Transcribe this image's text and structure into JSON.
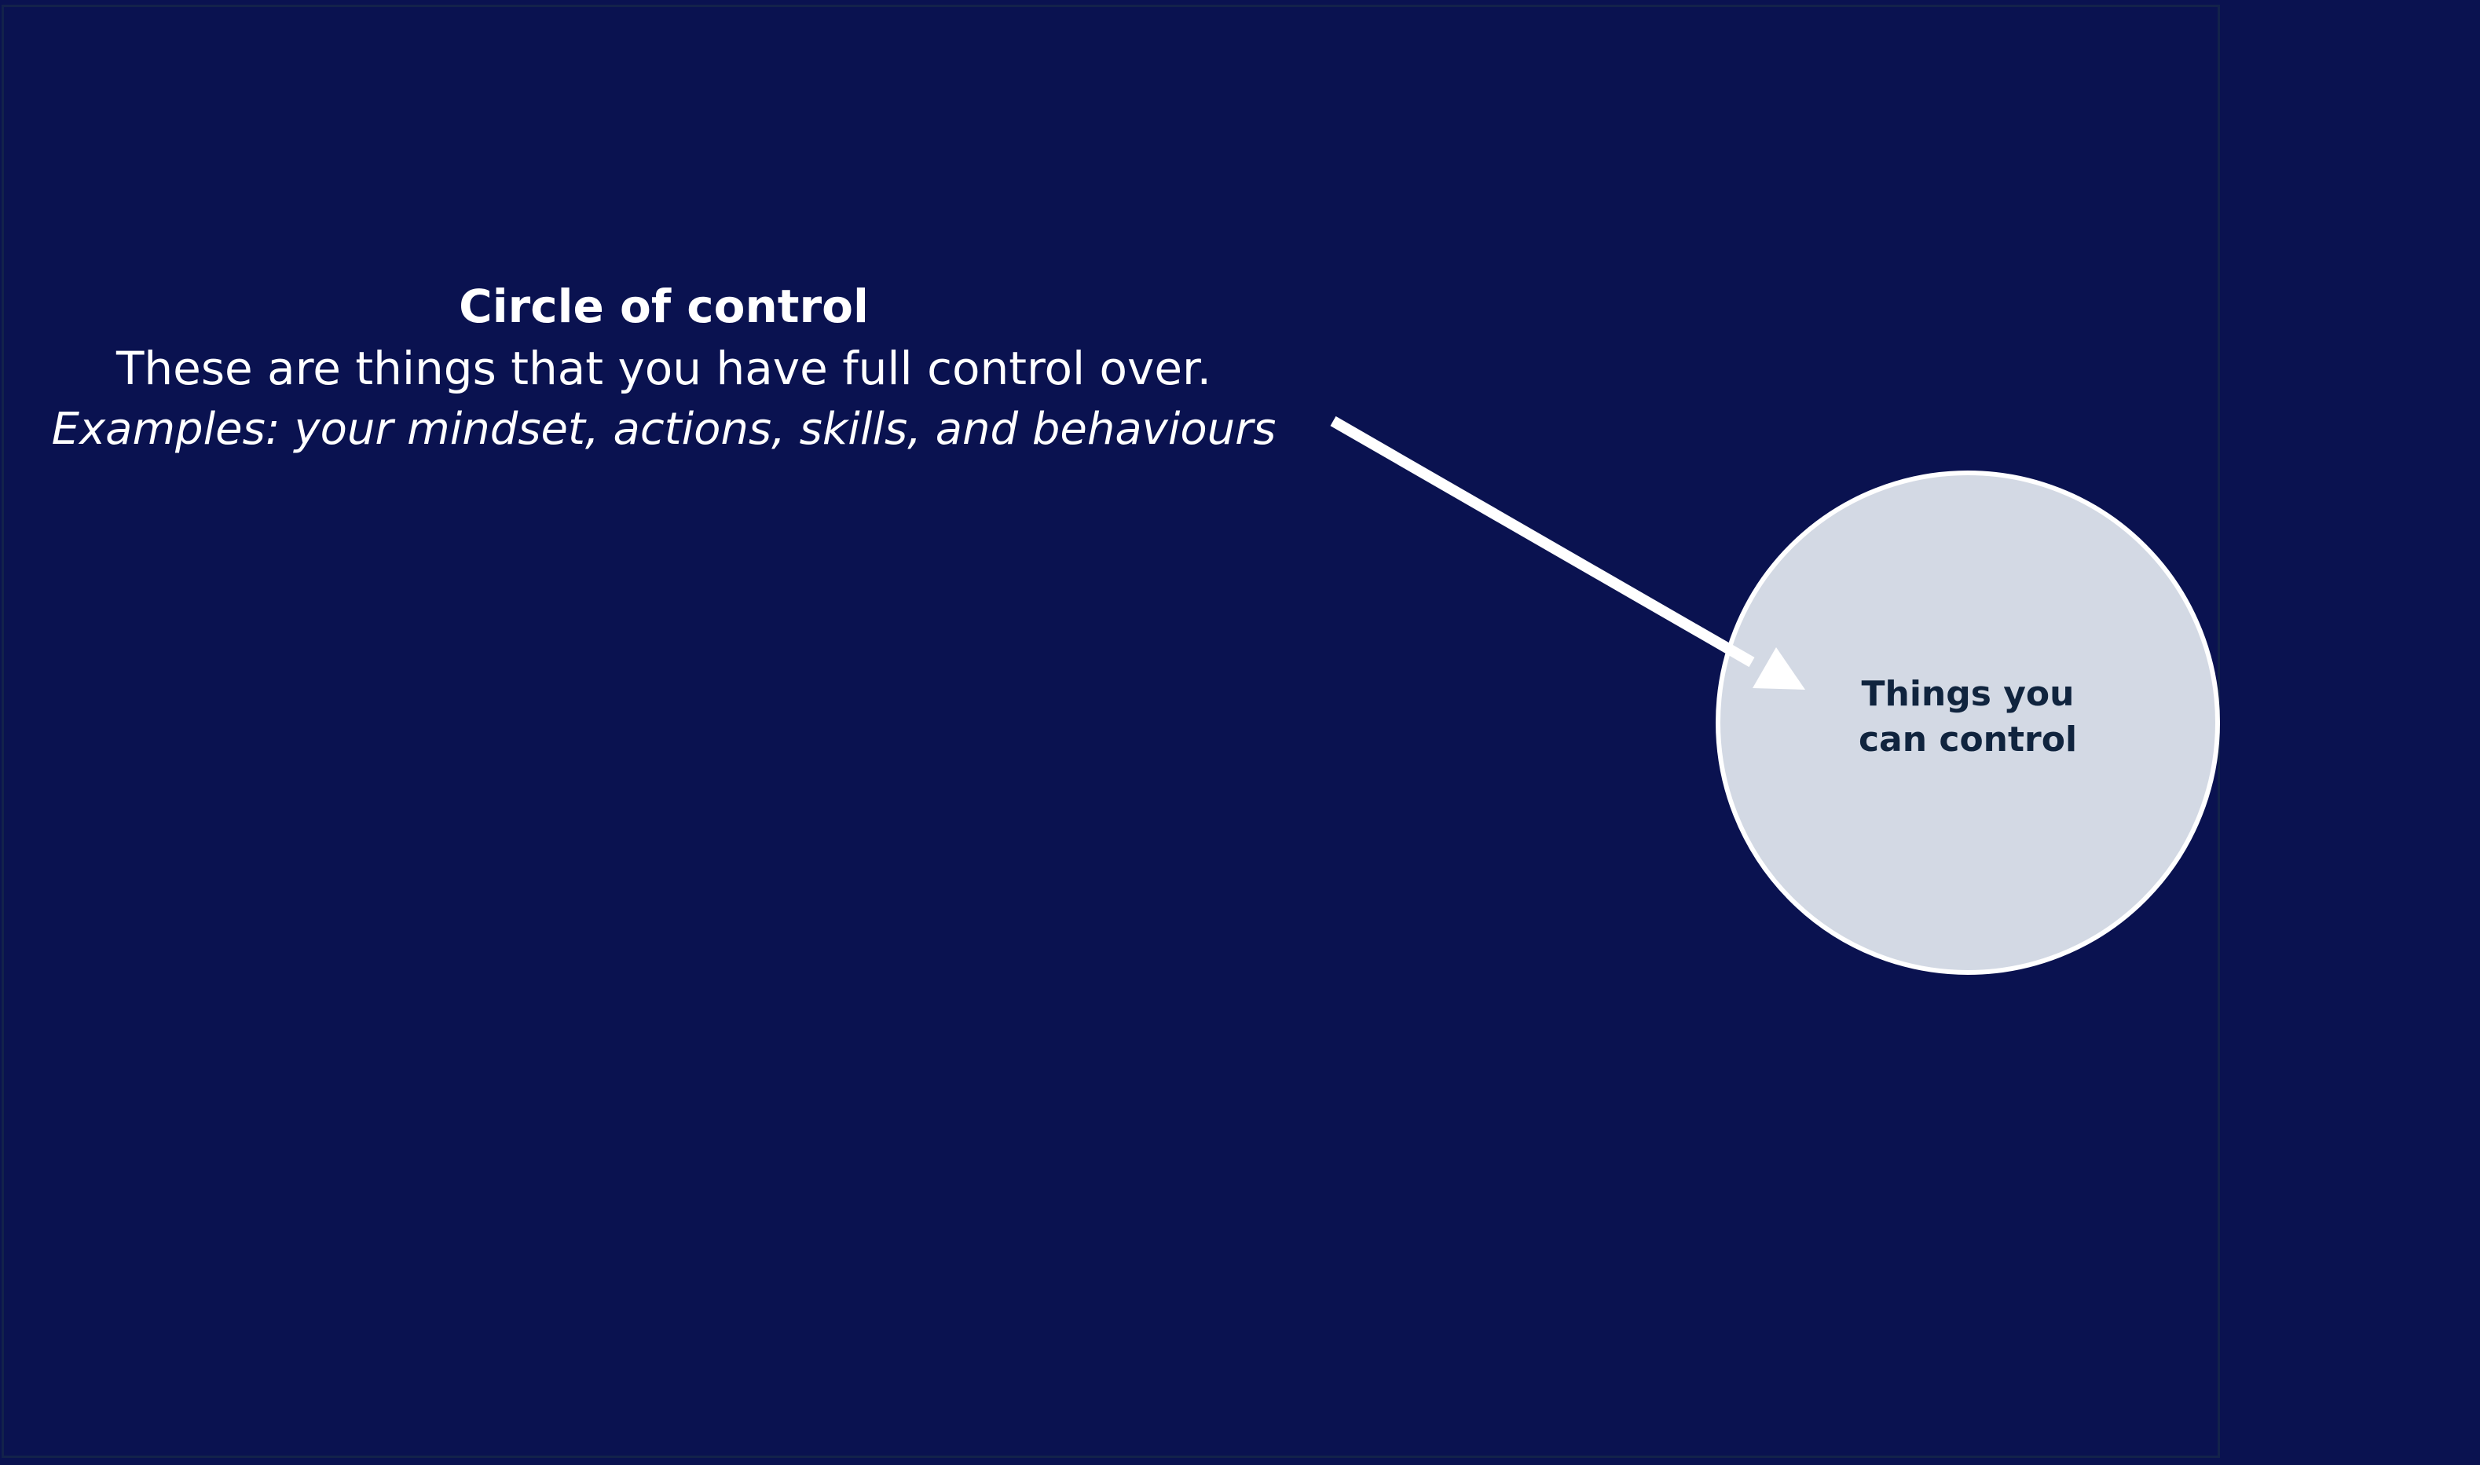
{
  "colors": {
    "background": "#0a1250",
    "text": "#ffffff",
    "circle_fill": "#d3d9e4",
    "circle_stroke": "#ffffff",
    "circle_text": "#10243e",
    "arrow": "#ffffff"
  },
  "caption": {
    "title": "Circle of control",
    "description": "These are things that you have full control over.",
    "examples": "Examples: your mindset, actions, skills, and behaviours"
  },
  "circle": {
    "label_line1": "Things you",
    "label_line2": "can control"
  }
}
